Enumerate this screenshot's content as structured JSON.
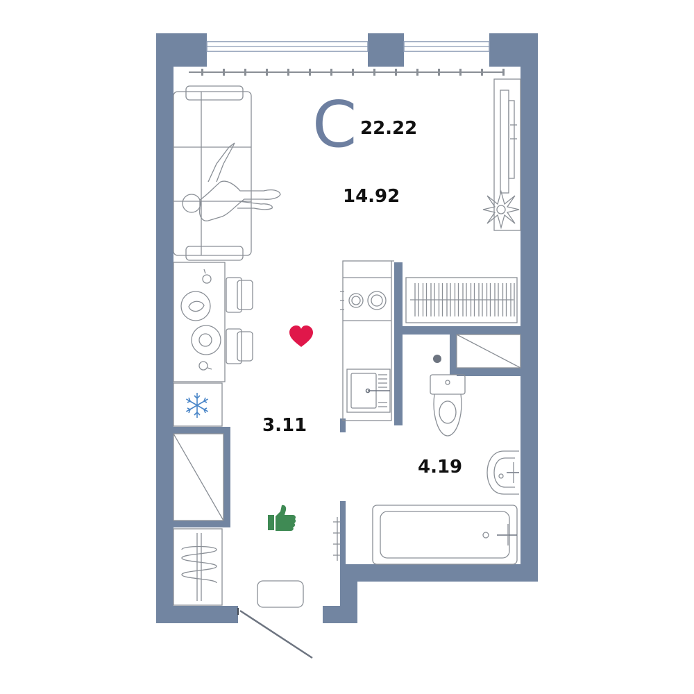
{
  "plan": {
    "type_letter": "С",
    "total_area": "22.22",
    "rooms": {
      "living": "14.92",
      "hall": "3.11",
      "bathroom": "4.19"
    }
  },
  "icons": {
    "favorite": "heart-icon",
    "recommended": "thumbs-up-icon",
    "cold": "snowflake-icon"
  },
  "colors": {
    "wall": "#7285a1",
    "accent_letter": "#6d7fa0",
    "heart": "#e0174a",
    "thumb": "#3f8a54",
    "snowflake": "#4a86c8"
  }
}
